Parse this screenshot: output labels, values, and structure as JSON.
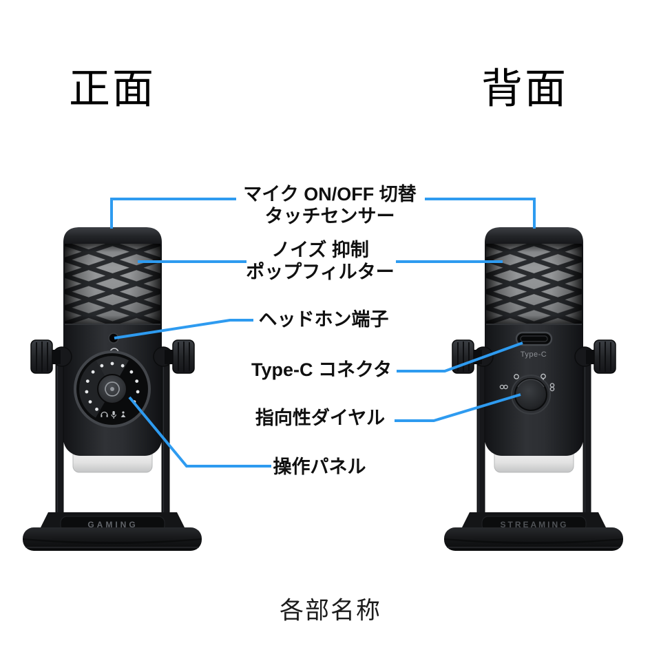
{
  "page": {
    "bottom_caption": "各部名称"
  },
  "views": {
    "front": {
      "title": "正面"
    },
    "back": {
      "title": "背面"
    }
  },
  "callouts": {
    "mic_switch": {
      "line1": "マイク ON/OFF 切替",
      "line2": "タッチセンサー"
    },
    "pop_filter": {
      "line1": "ノイズ 抑制",
      "line2": "ポップフィルター"
    },
    "headphone_jack": {
      "label": "ヘッドホン端子"
    },
    "type_c": {
      "label": "Type-C コネクタ"
    },
    "direction_dial": {
      "label": "指向性ダイヤル"
    },
    "control_panel": {
      "label": "操作パネル"
    }
  },
  "microphone": {
    "front_base_text": "GAMING",
    "back_base_text": "STREAMING",
    "type_c_port_label": "Type-C"
  },
  "colors": {
    "callout": "#2E9BF0",
    "background": "#FFFFFF",
    "text": "#111111"
  }
}
